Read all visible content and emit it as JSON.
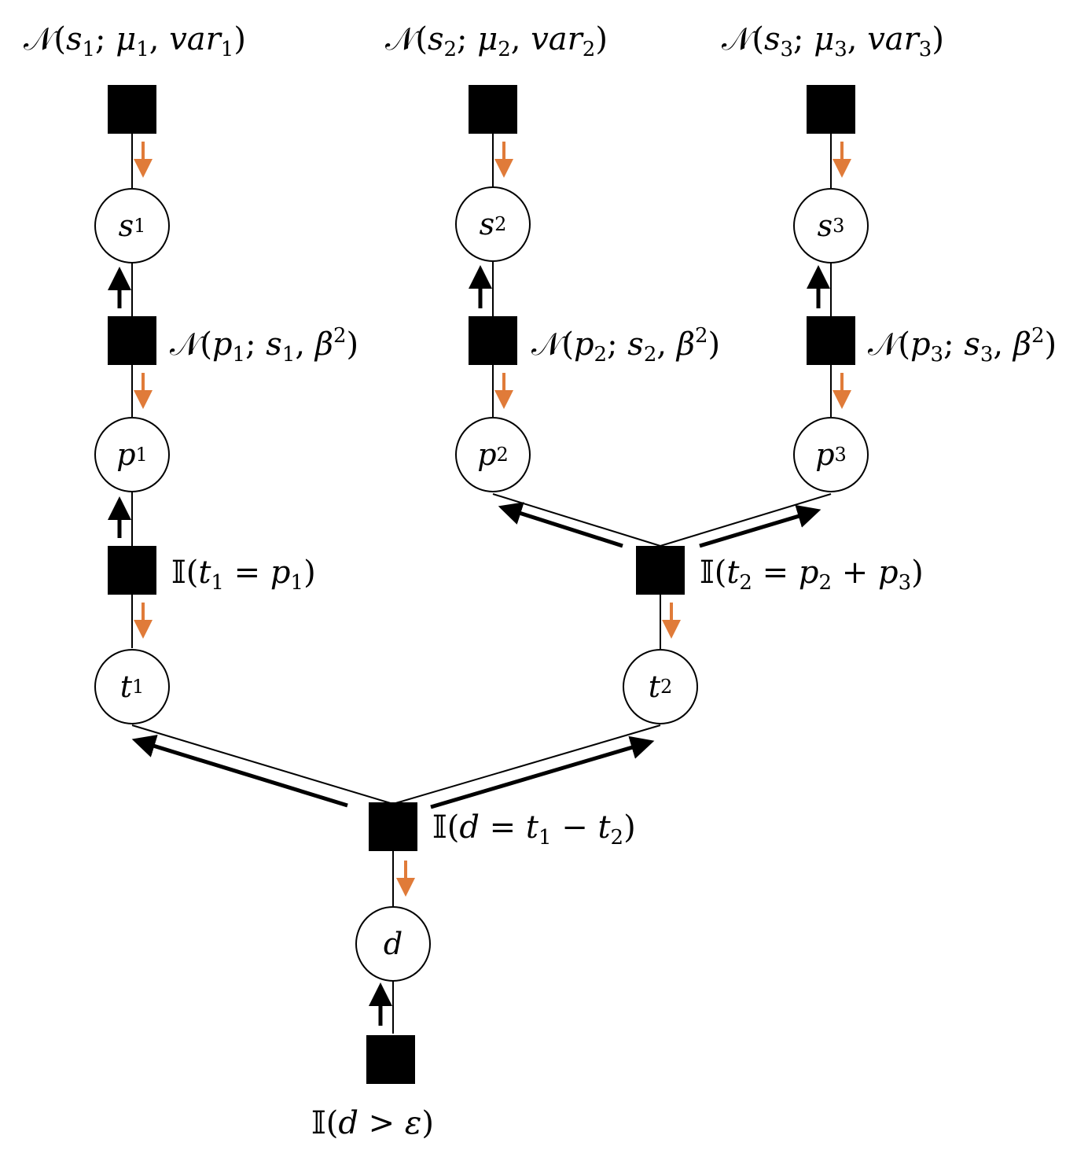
{
  "factor_labels": {
    "prior_s1": {
      "pre": "𝒩(",
      "v1": "s",
      "s1": "1",
      "mid": "; ",
      "v2": "μ",
      "s2": "1",
      "mid2": ", ",
      "v3": "var",
      "s3": "1",
      "post": ")"
    },
    "prior_s2": {
      "pre": "𝒩(",
      "v1": "s",
      "s1": "2",
      "mid": "; ",
      "v2": "μ",
      "s2": "2",
      "mid2": ", ",
      "v3": "var",
      "s3": "2",
      "post": ")"
    },
    "prior_s3": {
      "pre": "𝒩(",
      "v1": "s",
      "s1": "3",
      "mid": "; ",
      "v2": "μ",
      "s2": "3",
      "mid2": ", ",
      "v3": "var",
      "s3": "3",
      "post": ")"
    },
    "perf_1": {
      "pre": "𝒩(",
      "v1": "p",
      "s1": "1",
      "mid": "; ",
      "v2": "s",
      "s2": "1",
      "mid2": ", ",
      "v3": "β",
      "s3": "2",
      "post": ")"
    },
    "perf_2": {
      "pre": "𝒩(",
      "v1": "p",
      "s1": "2",
      "mid": "; ",
      "v2": "s",
      "s2": "2",
      "mid2": ", ",
      "v3": "β",
      "s3": "2",
      "post": ")"
    },
    "perf_3": {
      "pre": "𝒩(",
      "v1": "p",
      "s1": "3",
      "mid": "; ",
      "v2": "s",
      "s2": "3",
      "mid2": ", ",
      "v3": "β",
      "s3": "2",
      "post": ")"
    },
    "team_1": {
      "pre": "𝕀(",
      "v1": "t",
      "s1": "1",
      "op": " = ",
      "v2": "p",
      "s2": "1",
      "post": ")"
    },
    "team_2": {
      "pre": "𝕀(",
      "v1": "t",
      "s1": "2",
      "op": " = ",
      "v2": "p",
      "s2": "2",
      "op2": " + ",
      "v3": "p",
      "s3": "3",
      "post": ")"
    },
    "diff": {
      "pre": "𝕀(",
      "v1": "d",
      "op": " = ",
      "v2": "t",
      "s2": "1",
      "op2": " − ",
      "v3": "t",
      "s3": "2",
      "post": ")"
    },
    "outcome": {
      "pre": "𝕀(",
      "v1": "d",
      "op": " > ",
      "v2": "ε",
      "post": ")"
    }
  },
  "nodes": {
    "s1": {
      "v": "s",
      "sub": "1"
    },
    "s2": {
      "v": "s",
      "sub": "2"
    },
    "s3": {
      "v": "s",
      "sub": "3"
    },
    "p1": {
      "v": "p",
      "sub": "1"
    },
    "p2": {
      "v": "p",
      "sub": "2"
    },
    "p3": {
      "v": "p",
      "sub": "3"
    },
    "t1": {
      "v": "t",
      "sub": "1"
    },
    "t2": {
      "v": "t",
      "sub": "2"
    },
    "d": {
      "v": "d",
      "sub": ""
    }
  },
  "colors": {
    "down_message": "#E07B39",
    "up_message": "#000000",
    "factor": "#000000",
    "variable_fill": "#ffffff"
  }
}
